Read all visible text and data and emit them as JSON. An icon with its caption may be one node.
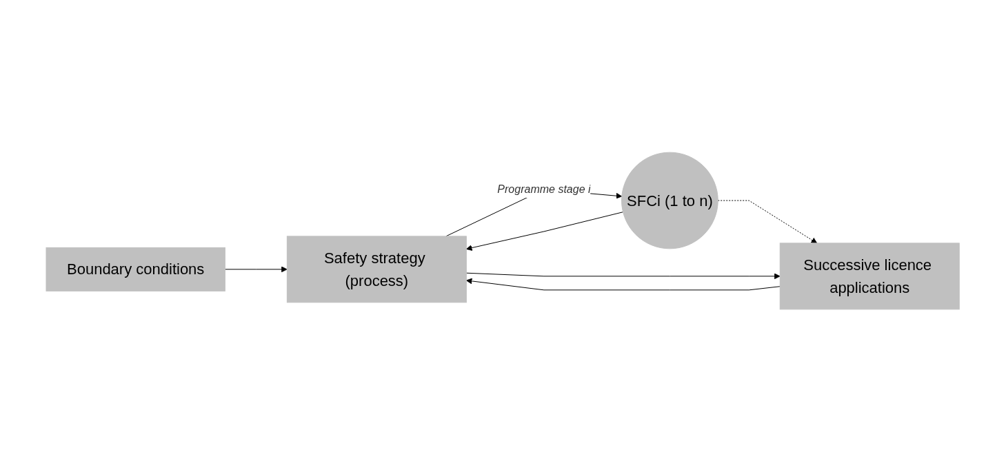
{
  "diagram": {
    "nodes": [
      {
        "text": [
          "Boundary conditions"
        ]
      },
      {
        "text": [
          "Safety strategy (process)"
        ]
      },
      {
        "text": [
          "SFCi (1 to n)"
        ]
      },
      {
        "text": [
          "Successive licence applications"
        ]
      }
    ],
    "edges": [
      {
        "from": 0,
        "to": 1,
        "arrow": "to"
      },
      {
        "from": 1,
        "to": 2,
        "label": "Programme stage i",
        "arrow": "to"
      },
      {
        "from": 2,
        "to": 1,
        "arrow": "to"
      },
      {
        "from": 2,
        "to": 3,
        "arrow": "to",
        "style": "dashed"
      },
      {
        "from": 3,
        "to": 1,
        "arrow": "to"
      },
      {
        "from": 1,
        "to": 3,
        "arrow": "to"
      }
    ]
  }
}
